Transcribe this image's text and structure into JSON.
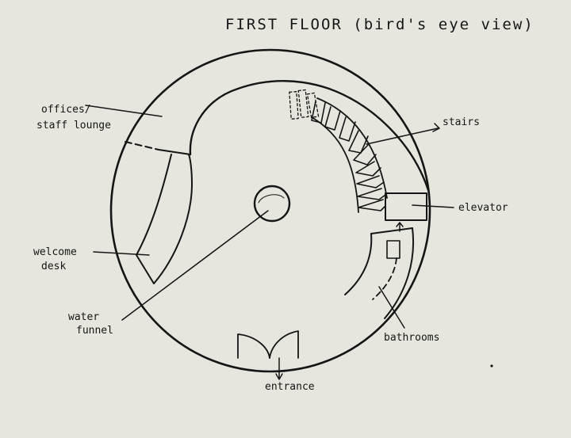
{
  "diagram": {
    "title": "FIRST FLOOR (bird's eye view)",
    "labels": {
      "offices": [
        "offices/",
        "staff lounge"
      ],
      "stairs": "stairs",
      "elevator": "elevator",
      "welcome_desk": [
        "welcome",
        "desk"
      ],
      "water_funnel": [
        "water",
        "funnel"
      ],
      "bathrooms": "bathrooms",
      "entrance": "entrance"
    }
  }
}
